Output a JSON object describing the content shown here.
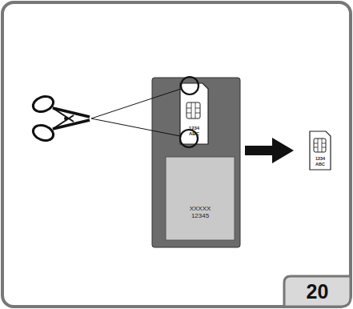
{
  "diagram": {
    "nodes": [
      {
        "text": [
          "1234 ABC"
        ]
      },
      {
        "text": [
          "XXXXX 12345"
        ]
      },
      {
        "text": [
          "1234 ABC"
        ]
      },
      {
        "text": [
          "20"
        ]
      }
    ]
  }
}
